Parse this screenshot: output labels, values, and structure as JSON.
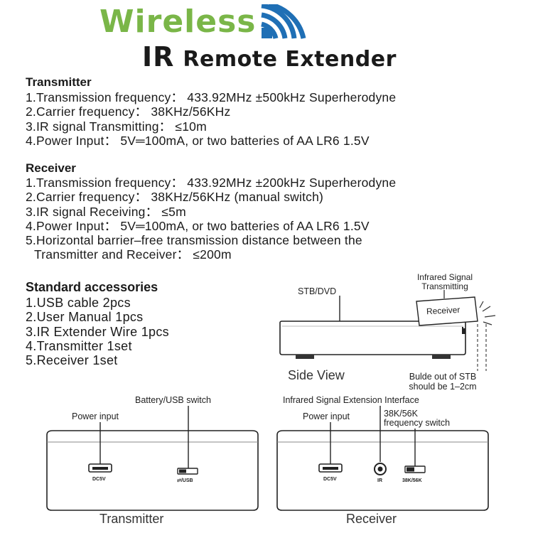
{
  "header": {
    "title_wireless": "Wireless",
    "title_ir": "IR",
    "title_rest": "Remote Extender",
    "wireless_color": "#7ab648",
    "wifi_color": "#1f6fb5"
  },
  "transmitter": {
    "heading": "Transmitter",
    "items": [
      "1.Transmission frequency： 433.92MHz ±500kHz Superherodyne",
      "2.Carrier frequency： 38KHz/56KHz",
      "3.IR signal Transmitting： ≤10m",
      "4.Power Input： 5V═100mA, or two batteries of AA LR6 1.5V"
    ]
  },
  "receiver": {
    "heading": "Receiver",
    "items": [
      "1.Transmission frequency： 433.92MHz ±200kHz Superherodyne",
      "2.Carrier frequency： 38KHz/56KHz (manual switch)",
      "3.IR signal Receiving： ≤5m",
      "4.Power Input： 5V═100mA, or two batteries of AA LR6 1.5V",
      "5.Horizontal barrier–free transmission distance between the",
      "Transmitter and Receiver： ≤200m"
    ]
  },
  "accessories": {
    "heading": "Standard accessories",
    "items": [
      "1.USB cable 2pcs",
      "2.User Manual 1pcs",
      "3.IR Extender Wire 1pcs",
      "4.Transmitter 1set",
      "5.Receiver 1set"
    ]
  },
  "side_view": {
    "stb_label": "STB/DVD",
    "infrared_line1": "Infrared Signal",
    "infrared_line2": "Transmitting",
    "receiver_box": "Receiver",
    "caption": "Side View",
    "note_line1": "Bulde out of STB",
    "note_line2": "should be 1–2cm"
  },
  "transmitter_device": {
    "power_label": "Power input",
    "switch_label": "Battery/USB switch",
    "port_text": "DC5V",
    "switch_text": "⇄/USB",
    "caption": "Transmitter"
  },
  "receiver_device": {
    "interface_label": "Infrared Signal Extension Interface",
    "power_label": "Power input",
    "freq_line1": "38K/56K",
    "freq_line2": "frequency switch",
    "port_text": "DC5V",
    "ir_text": "IR",
    "switch_text": "38K/56K",
    "caption": "Receiver"
  }
}
